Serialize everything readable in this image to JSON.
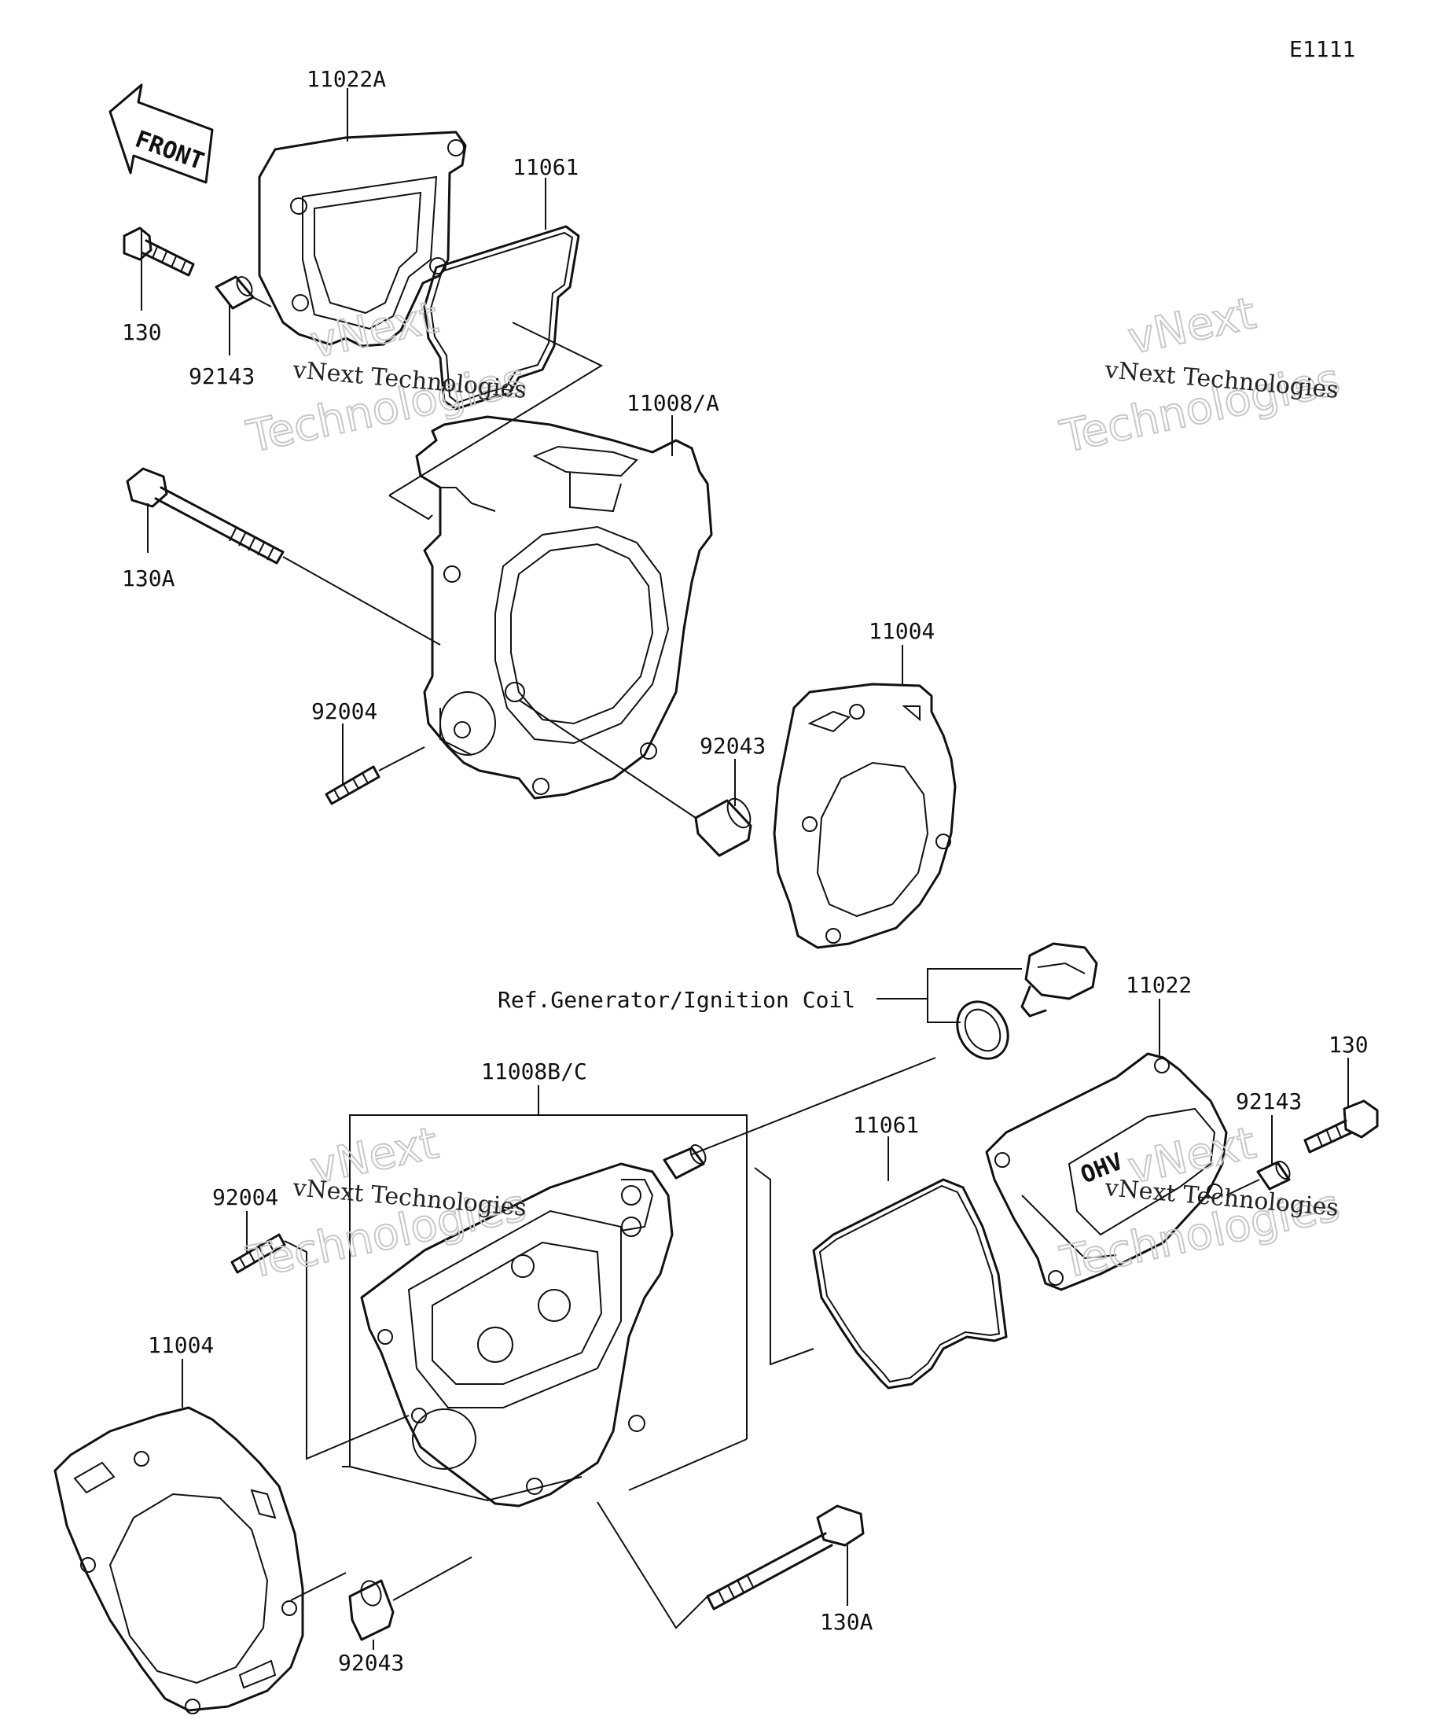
{
  "diagram_code": "E1111",
  "front_arrow": {
    "label": "FRONT",
    "icon": "front-arrow-icon"
  },
  "reference_note": "Ref.Generator/Ignition Coil",
  "watermarks": [
    {
      "line1": "vNext Technologies",
      "line2": "vNext",
      "line3": "Technologies"
    },
    {
      "line1": "vNext Technologies",
      "line2": "vNext",
      "line3": "Technologies"
    },
    {
      "line1": "vNext Technologies",
      "line2": "vNext",
      "line3": "Technologies"
    },
    {
      "line1": "vNext Technologies",
      "line2": "vNext",
      "line3": "Technologies"
    }
  ],
  "callouts": {
    "c11022A": "11022A",
    "c11061_top": "11061",
    "c130_top": "130",
    "c92143_top": "92143",
    "c11008A": "11008/A",
    "c130A_top": "130A",
    "c11004_top": "11004",
    "c92004_top": "92004",
    "c92043_top": "92043",
    "c11022": "11022",
    "c130_right": "130",
    "c92143_right": "92143",
    "c11008BC": "11008B/C",
    "c11061_bottom": "11061",
    "c92004_bottom": "92004",
    "c11004_bottom": "11004",
    "c92043_bottom": "92043",
    "c130A_bottom": "130A"
  },
  "cover_logo": "OHV"
}
